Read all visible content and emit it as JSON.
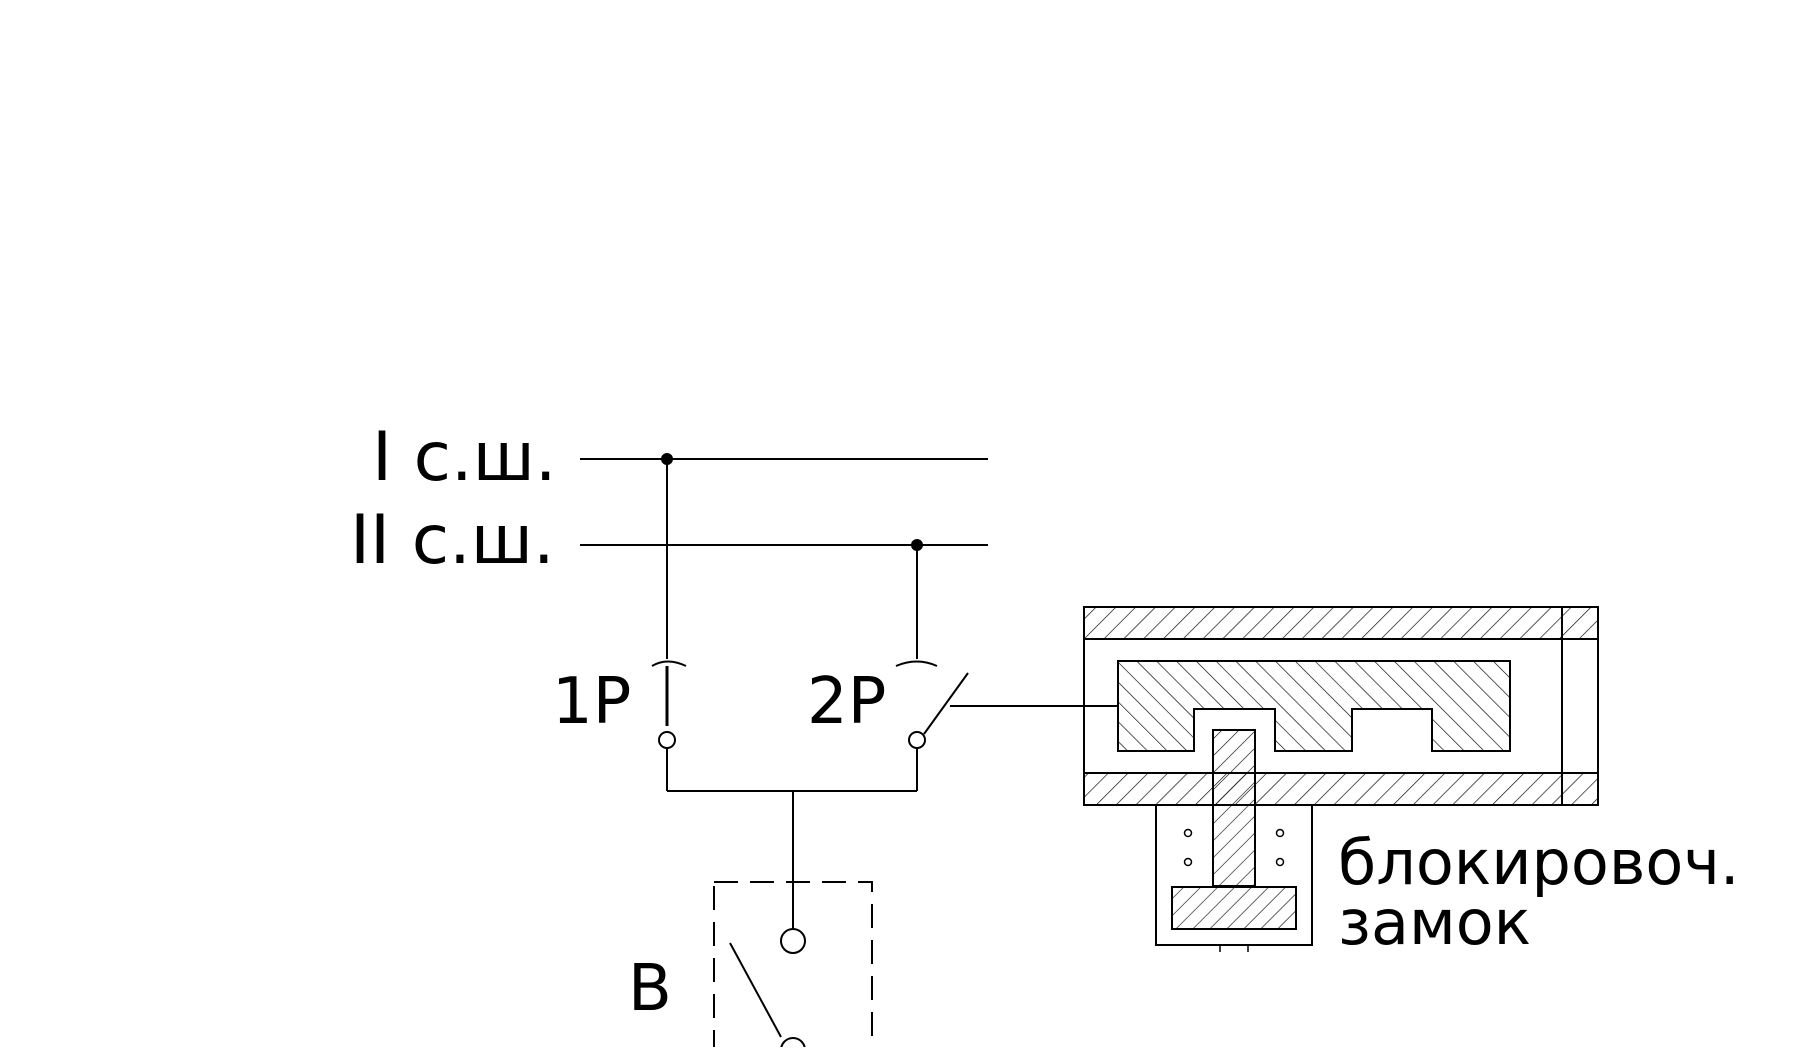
{
  "diagram": {
    "line_color": "#000000",
    "background": "#ffffff",
    "bus_labels": {
      "bus1": "I с.ш.",
      "bus2": "II с.ш."
    },
    "disconnector_labels": {
      "d1": "1Р",
      "d2": "2Р"
    },
    "breaker_label": "В",
    "lock_label": {
      "line1": "блокировоч.",
      "line2": "замок"
    }
  }
}
